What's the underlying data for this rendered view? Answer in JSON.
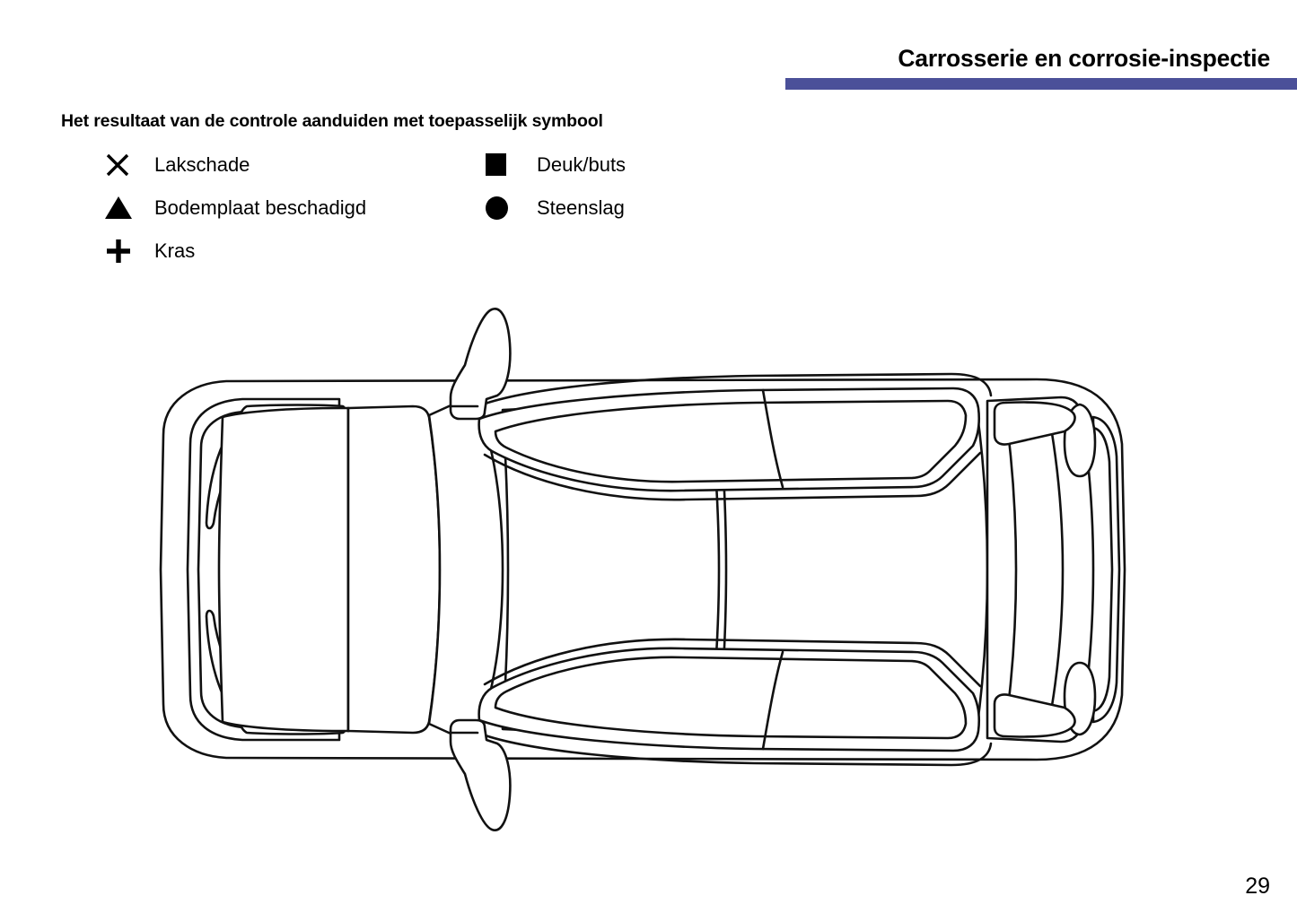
{
  "header": {
    "title": "Carrosserie en corrosie-inspectie",
    "rule_color": "#4b5099"
  },
  "legend": {
    "heading": "Het resultaat van de controle aanduiden met toepasselijk symbool",
    "items": [
      {
        "symbol": "x-mark-icon",
        "label": "Lakschade",
        "column": 1,
        "row": 1
      },
      {
        "symbol": "triangle-icon",
        "label": "Bodemplaat beschadigd",
        "column": 1,
        "row": 2
      },
      {
        "symbol": "plus-icon",
        "label": "Kras",
        "column": 1,
        "row": 3
      },
      {
        "symbol": "square-icon",
        "label": "Deuk/buts",
        "column": 2,
        "row": 1
      },
      {
        "symbol": "circle-icon",
        "label": "Steenslag",
        "column": 2,
        "row": 2
      }
    ]
  },
  "diagram": {
    "name": "car-top-view-outline",
    "description": "Technische lijntekening van een auto in bovenaanzicht",
    "stroke_color": "#111111",
    "fill_color": "#ffffff"
  },
  "footer": {
    "page_number": "29"
  }
}
